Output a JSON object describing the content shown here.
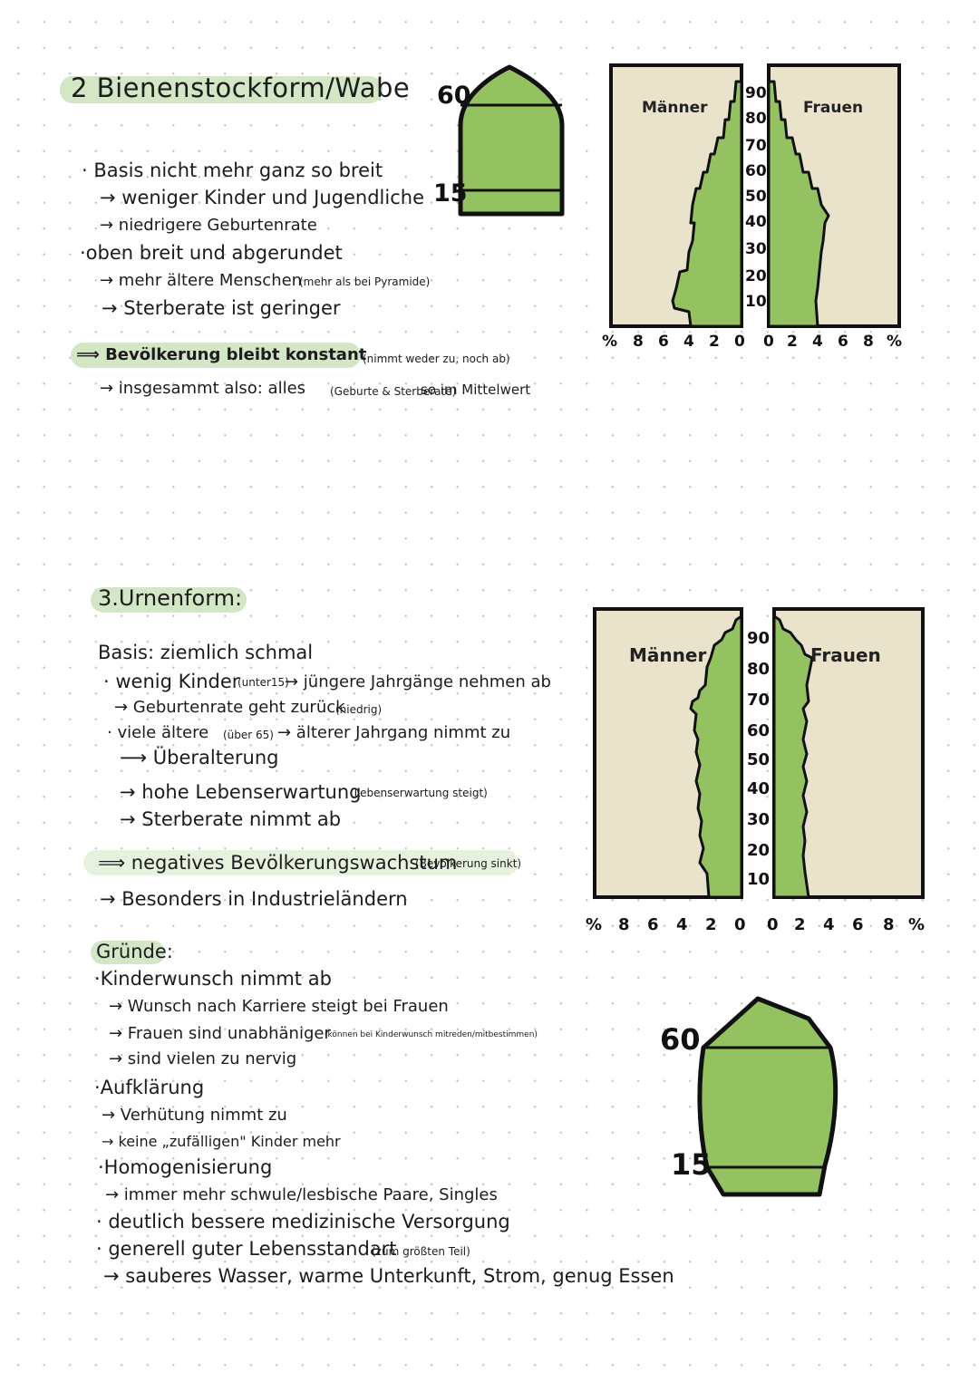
{
  "section2": {
    "heading": "2 Bienenstockform/Wabe",
    "lines": [
      "· Basis nicht mehr ganz so breit",
      "→ weniger Kinder und Jugendliche",
      "→ niedrigere Geburtenrate",
      "·oben breit und abgerundet",
      "→ mehr ältere Menschen",
      "(mehr als bei Pyramide)",
      "→ Sterberate ist geringer"
    ],
    "conclusion": "⟹ Bevölkerung bleibt konstant",
    "conclusion_note": "(nimmt weder zu, noch ab)",
    "summary_prefix": "→ insgesammt also: alles",
    "summary_note": "(Geburte & Sterberate)",
    "summary_suffix": "so im Mittelwert",
    "shape_labels": {
      "top": "60",
      "bottom": "15"
    },
    "chart": {
      "men_label": "Männer",
      "women_label": "Frauen",
      "age_labels": [
        "90",
        "80",
        "70",
        "60",
        "50",
        "40",
        "30",
        "20",
        "10"
      ],
      "x_labels": [
        "%",
        "8",
        "6",
        "4",
        "2",
        "0",
        "0",
        "2",
        "4",
        "6",
        "8",
        "%"
      ]
    }
  },
  "section3": {
    "heading": "3.Urnenform:",
    "basis": "Basis: ziemlich schmal",
    "l1a": "· wenig Kinder",
    "l1b": "(unter15)",
    "l1c": "→ jüngere Jahrgänge nehmen ab",
    "l2a": "→ Geburtenrate geht zurück",
    "l2b": "(niedrig)",
    "l3a": "· viele ältere",
    "l3b": "(über 65)",
    "l3c": "→ älterer Jahrgang nimmt zu",
    "l4": "⟶ Überalterung",
    "l5a": "→ hohe Lebenserwartung",
    "l5b": "(Lebenserwartung steigt)",
    "l6": "→ Sterberate nimmt ab",
    "conclusion": "⟹ negatives Bevölkerungswachstum",
    "conclusion_note": "(Bevölkerung sinkt)",
    "industry": "→ Besonders in Industrieländern",
    "reasons_heading": "Gründe:",
    "r1": "·Kinderwunsch nimmt ab",
    "r1a": "→ Wunsch nach Karriere steigt bei Frauen",
    "r1b": "→ Frauen sind unabhäniger",
    "r1b_note": "(können bei Kinderwunsch mitreden/mitbestimmen)",
    "r1c": "→ sind vielen zu nervig",
    "r2": "·Aufklärung",
    "r2a": "→ Verhütung nimmt zu",
    "r2b": "→ keine „zufälligen\" Kinder mehr",
    "r3": "·Homogenisierung",
    "r3a": "→ immer mehr schwule/lesbische Paare, Singles",
    "r4": "· deutlich bessere medizinische Versorgung",
    "r5": "· generell guter Lebensstandart",
    "r5_note": "(zum größten Teil)",
    "r5a": "→ sauberes Wasser, warme Unterkunft, Strom, genug Essen",
    "shape_labels": {
      "top": "60",
      "bottom": "15"
    },
    "chart": {
      "men_label": "Männer",
      "women_label": "Frauen",
      "age_labels": [
        "90",
        "80",
        "70",
        "60",
        "50",
        "40",
        "30",
        "20",
        "10"
      ],
      "x_labels": [
        "%",
        "8",
        "6",
        "4",
        "2",
        "0",
        "0",
        "2",
        "4",
        "6",
        "8",
        "%"
      ]
    }
  },
  "colors": {
    "fill": "#95c260",
    "panel": "#e9e3cb",
    "highlight": "#d3e6c6",
    "stroke": "#111111"
  }
}
